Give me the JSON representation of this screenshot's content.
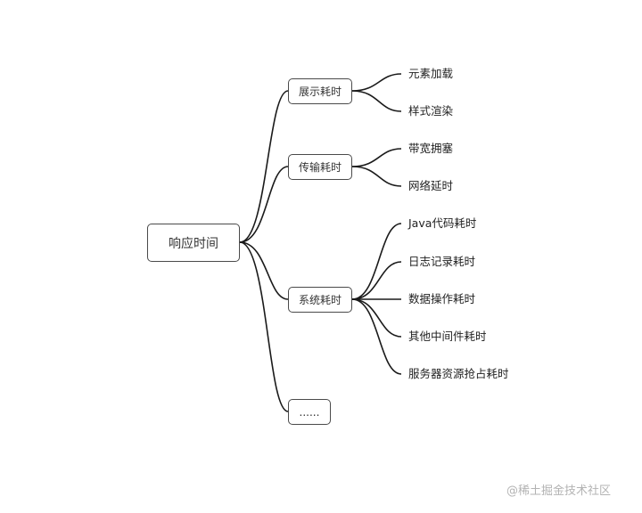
{
  "root": {
    "label": "响应时间"
  },
  "branches": [
    {
      "label": "展示耗时",
      "children": [
        "元素加载",
        "样式渲染"
      ]
    },
    {
      "label": "传输耗时",
      "children": [
        "带宽拥塞",
        "网络延时"
      ]
    },
    {
      "label": "系统耗时",
      "children": [
        "Java代码耗时",
        "日志记录耗时",
        "数据操作耗时",
        "其他中间件耗时",
        "服务器资源抢占耗时"
      ]
    },
    {
      "label": "......",
      "children": []
    }
  ],
  "watermark": "@稀土掘金技术社区",
  "colors": {
    "line": "#1a1a1a",
    "border": "#4a4a4a",
    "background": "#ffffff"
  }
}
